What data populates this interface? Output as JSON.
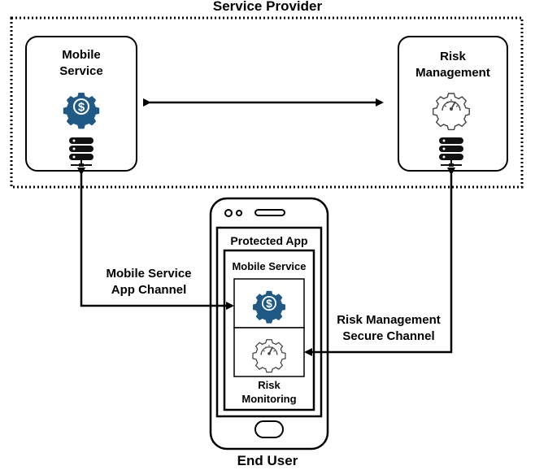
{
  "service_provider": {
    "title": "Service Provider"
  },
  "mobile_service": {
    "title_line1": "Mobile",
    "title_line2": "Service"
  },
  "risk_management": {
    "title_line1": "Risk",
    "title_line2": "Management"
  },
  "channels": {
    "app_channel": {
      "line1": "Mobile Service",
      "line2": "App Channel"
    },
    "secure_channel": {
      "line1": "Risk Management",
      "line2": "Secure Channel"
    }
  },
  "device": {
    "protected_app": "Protected App",
    "mobile_service": "Mobile Service",
    "risk_monitoring": {
      "line1": "Risk",
      "line2": "Monitoring"
    }
  },
  "end_user": "End User",
  "icons": [
    "dollar-gear-icon",
    "speedometer-gear-icon",
    "server-icon",
    "smartphone-icon"
  ],
  "colors": {
    "icon_blue": "#1f5a86",
    "line": "#000000",
    "icon_gray": "#555555"
  }
}
